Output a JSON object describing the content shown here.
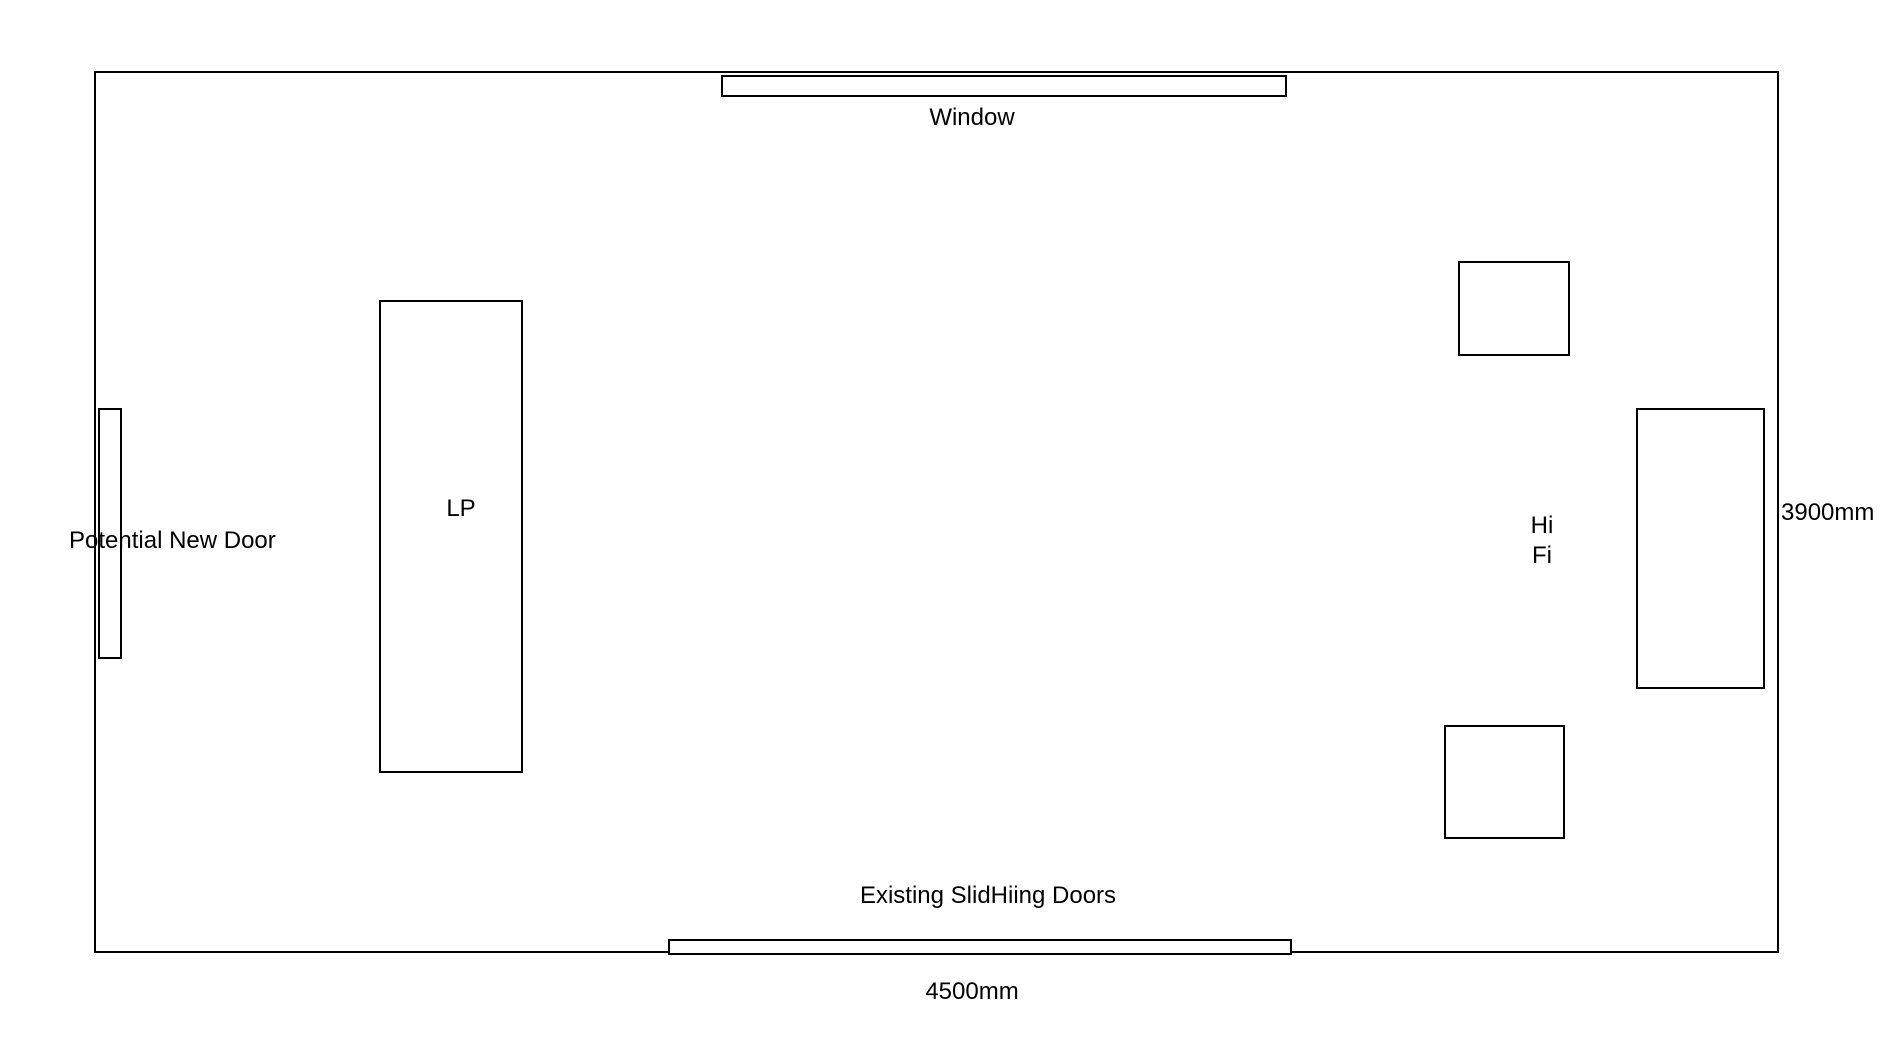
{
  "labels": {
    "window": "Window",
    "lp": "LP",
    "potential_new_door": "Potential New Door",
    "hifi_line1": "Hi",
    "hifi_line2": "Fi",
    "height_dimension": "3900mm",
    "existing_sliding_doors": "Existing SlidHiing Doors",
    "width_dimension": "4500mm"
  },
  "colors": {
    "stroke": "#000000",
    "fill": "#ffffff"
  }
}
